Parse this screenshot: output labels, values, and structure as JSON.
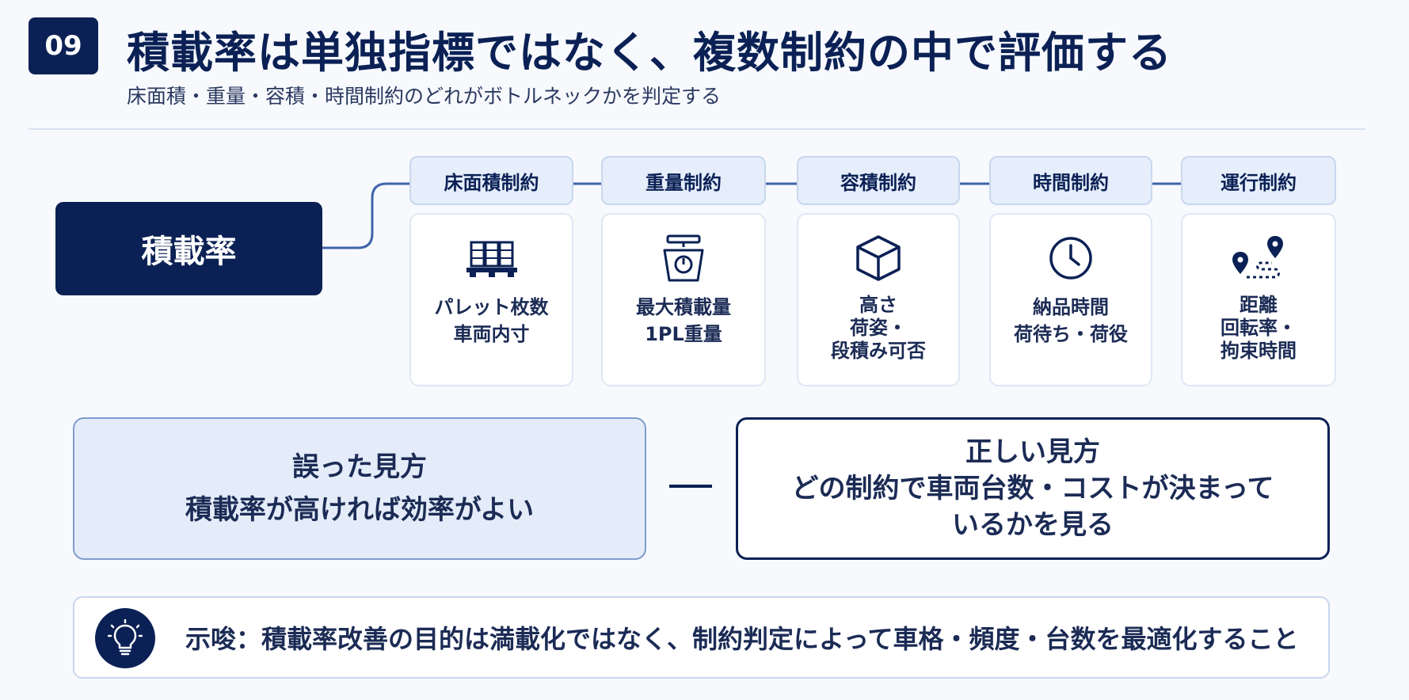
{
  "header": {
    "badge": "09",
    "title": "積載率は単独指標ではなく、複数制約の中で評価する",
    "subtitle": "床面積・重量・容積・時間制約のどれがボトルネックかを判定する"
  },
  "diagram": {
    "root": "積載率",
    "categories": [
      {
        "label": "床面積制約",
        "icon": "pallet-icon",
        "lines": [
          "パレット枚数",
          "車両内寸"
        ]
      },
      {
        "label": "重量制約",
        "icon": "scale-icon",
        "lines": [
          "最大積載量",
          "1PL重量"
        ]
      },
      {
        "label": "容積制約",
        "icon": "box-icon",
        "lines": [
          "高さ",
          "荷姿・",
          "段積み可否"
        ]
      },
      {
        "label": "時間制約",
        "icon": "clock-icon",
        "lines": [
          "納品時間",
          "荷待ち・荷役"
        ]
      },
      {
        "label": "運行制約",
        "icon": "route-icon",
        "lines": [
          "距離",
          "回転率・",
          "拘束時間"
        ]
      }
    ]
  },
  "comparison": {
    "wrong": {
      "lines": [
        "誤った見方",
        "積載率が高ければ効率がよい"
      ]
    },
    "separator": "—",
    "right": {
      "lines": [
        "正しい見方",
        "どの制約で車両台数・コストが決まって",
        "いるかを見る"
      ]
    }
  },
  "insight": {
    "icon": "lightbulb-icon",
    "text": "示唆：積載率改善の目的は満載化ではなく、制約判定によって車格・頻度・台数を最適化すること"
  },
  "colors": {
    "navy": "#0b2155",
    "label_bg": "#e6eefb",
    "wrong_bg": "#e4ecf9",
    "page_bg": "#f7f9fd"
  }
}
